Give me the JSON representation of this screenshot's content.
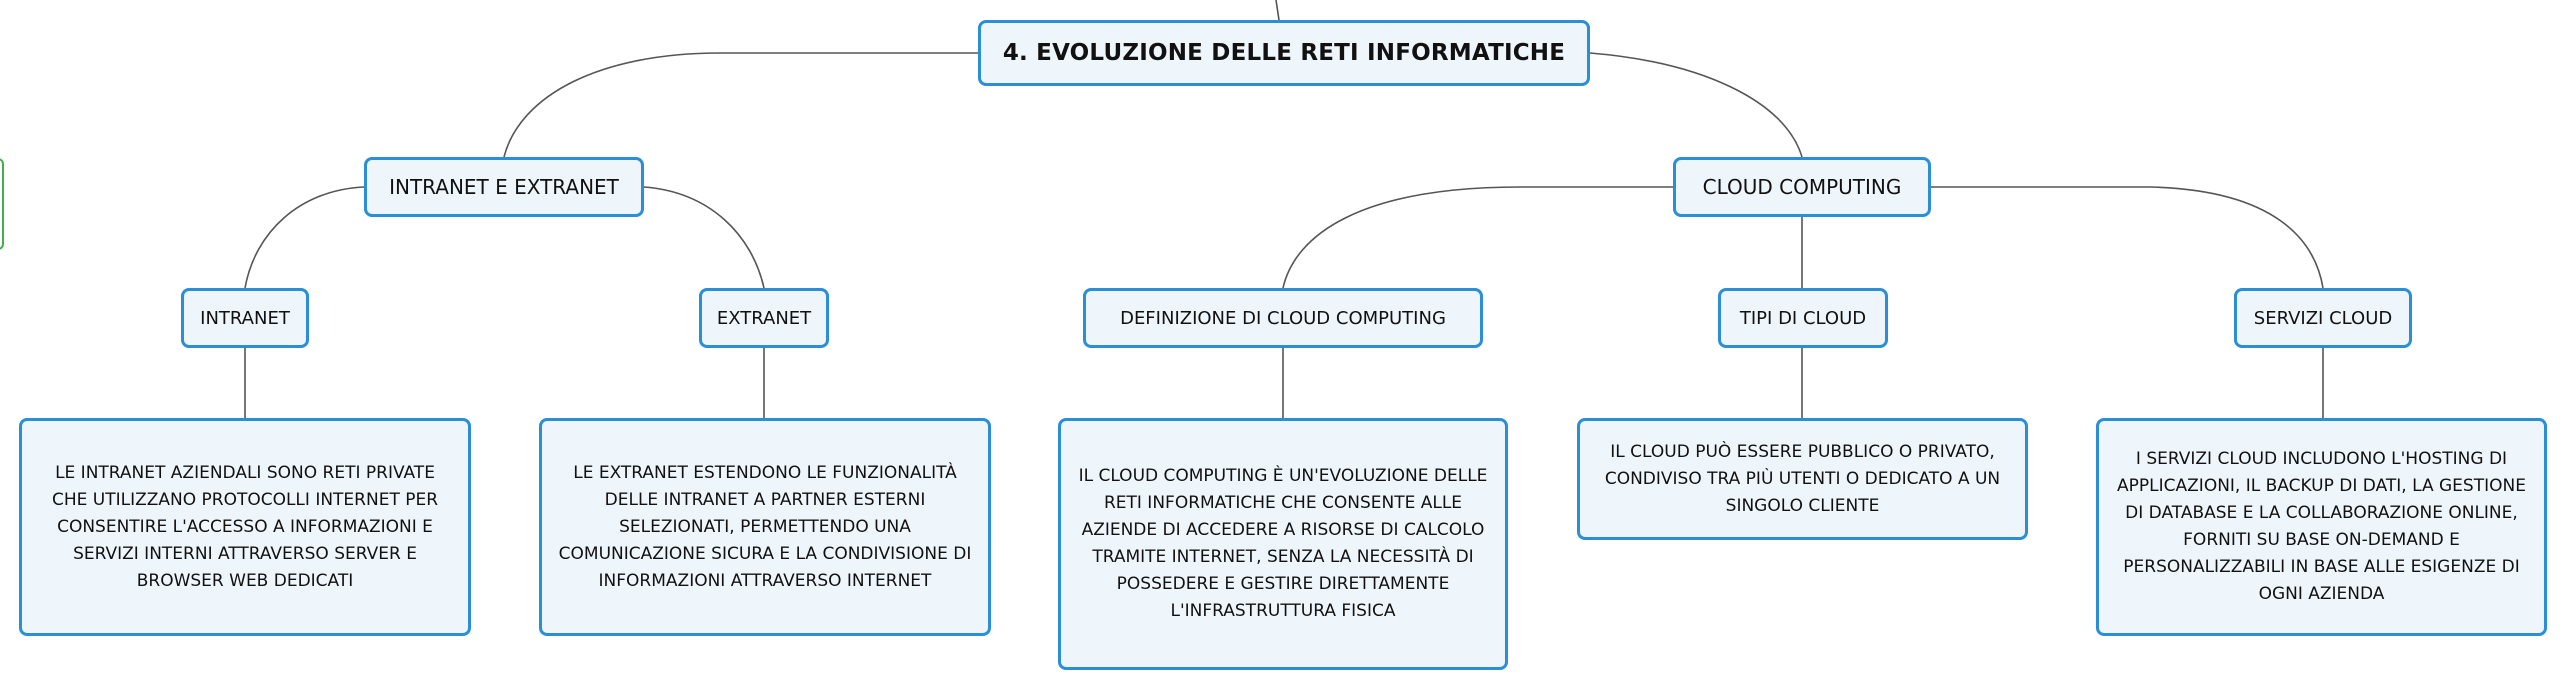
{
  "root": {
    "title": "4. EVOLUZIONE DELLE RETI INFORMATICHE"
  },
  "branches": {
    "intranet_extranet": {
      "label": "INTRANET E EXTRANET",
      "intranet": {
        "label": "INTRANET",
        "text": "LE INTRANET AZIENDALI SONO RETI PRIVATE CHE UTILIZZANO PROTOCOLLI INTERNET PER CONSENTIRE L'ACCESSO A INFORMAZIONI E SERVIZI INTERNI ATTRAVERSO SERVER E BROWSER WEB DEDICATI"
      },
      "extranet": {
        "label": "EXTRANET",
        "text": "LE EXTRANET ESTENDONO LE FUNZIONALITÀ DELLE INTRANET A PARTNER ESTERNI SELEZIONATI, PERMETTENDO UNA COMUNICAZIONE SICURA E LA CONDIVISIONE DI INFORMAZIONI ATTRAVERSO INTERNET"
      }
    },
    "cloud": {
      "label": "CLOUD COMPUTING",
      "definizione": {
        "label": "DEFINIZIONE DI CLOUD COMPUTING",
        "text": "IL CLOUD COMPUTING È UN'EVOLUZIONE DELLE RETI INFORMATICHE CHE CONSENTE ALLE AZIENDE DI ACCEDERE A RISORSE DI CALCOLO TRAMITE INTERNET, SENZA LA NECESSITÀ DI POSSEDERE E GESTIRE DIRETTAMENTE L'INFRASTRUTTURA FISICA"
      },
      "tipi": {
        "label": "TIPI DI CLOUD",
        "text": "IL CLOUD PUÒ ESSERE PUBBLICO O PRIVATO, CONDIVISO TRA PIÙ UTENTI O DEDICATO A UN SINGOLO CLIENTE"
      },
      "servizi": {
        "label": "SERVIZI CLOUD",
        "text": "I SERVIZI CLOUD INCLUDONO L'HOSTING DI APPLICAZIONI, IL BACKUP DI DATI, LA GESTIONE DI DATABASE E LA COLLABORAZIONE ONLINE, FORNITI SU BASE ON-DEMAND E PERSONALIZZABILI IN BASE ALLE ESIGENZE DI OGNI AZIENDA"
      }
    }
  },
  "colors": {
    "node_border": "#2a8fd6",
    "node_fill": "#eef6fc",
    "connector": "#555555",
    "edge_fragment": "#43b04a"
  }
}
